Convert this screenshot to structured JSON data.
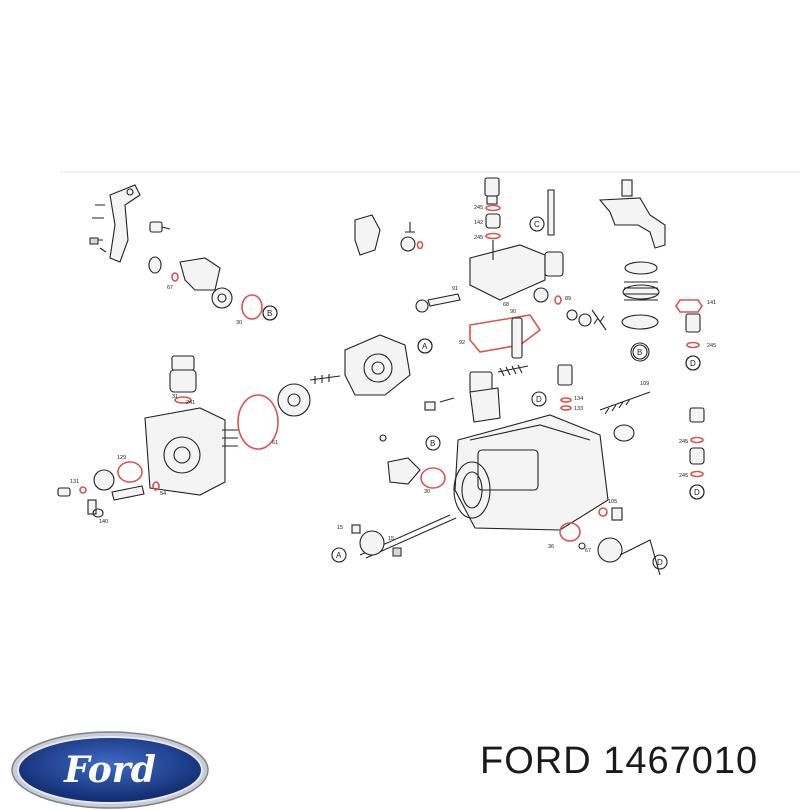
{
  "diagram": {
    "part_numbers": [
      "245",
      "142",
      "245",
      "91",
      "67",
      "30",
      "92",
      "68",
      "90",
      "89",
      "141",
      "245",
      "241",
      "61",
      "129",
      "131",
      "140",
      "54",
      "15",
      "15",
      "36",
      "67",
      "105",
      "134",
      "133",
      "109",
      "245",
      "245",
      "31",
      "30"
    ],
    "callout_letters": [
      "B",
      "C",
      "A",
      "B",
      "D",
      "D",
      "B",
      "A",
      "D",
      "D"
    ]
  },
  "brand": {
    "logo_text": "Ford",
    "logo_color": "#1c3f94"
  },
  "caption": {
    "text": "FORD 1467010"
  }
}
